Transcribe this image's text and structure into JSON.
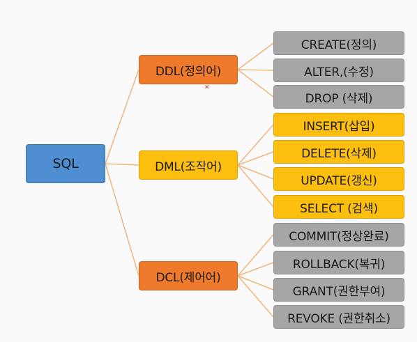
{
  "root": {
    "label": "SQL",
    "color": "#4f8fd1"
  },
  "groups": [
    {
      "label": "DDL(정의어)",
      "color": "#ef7a2b",
      "items": [
        "CREATE(정의)",
        "ALTER,(수정)",
        "DROP (삭제)"
      ]
    },
    {
      "label": "DML(조작어)",
      "color": "#fcbf10",
      "items": [
        "INSERT(삽입)",
        "DELETE(삭제)",
        "UPDATE(갱신)",
        "SELECT (검색)"
      ]
    },
    {
      "label": "DCL(제어어)",
      "color": "#ef7a2b",
      "items": [
        "COMMIT(정상완료)",
        "ROLLBACK(복귀)",
        "GRANT(권한부여)",
        "REVOKE (권한취소)"
      ]
    }
  ],
  "connector_color": "#f1b57b",
  "marker_icon": "close-icon"
}
